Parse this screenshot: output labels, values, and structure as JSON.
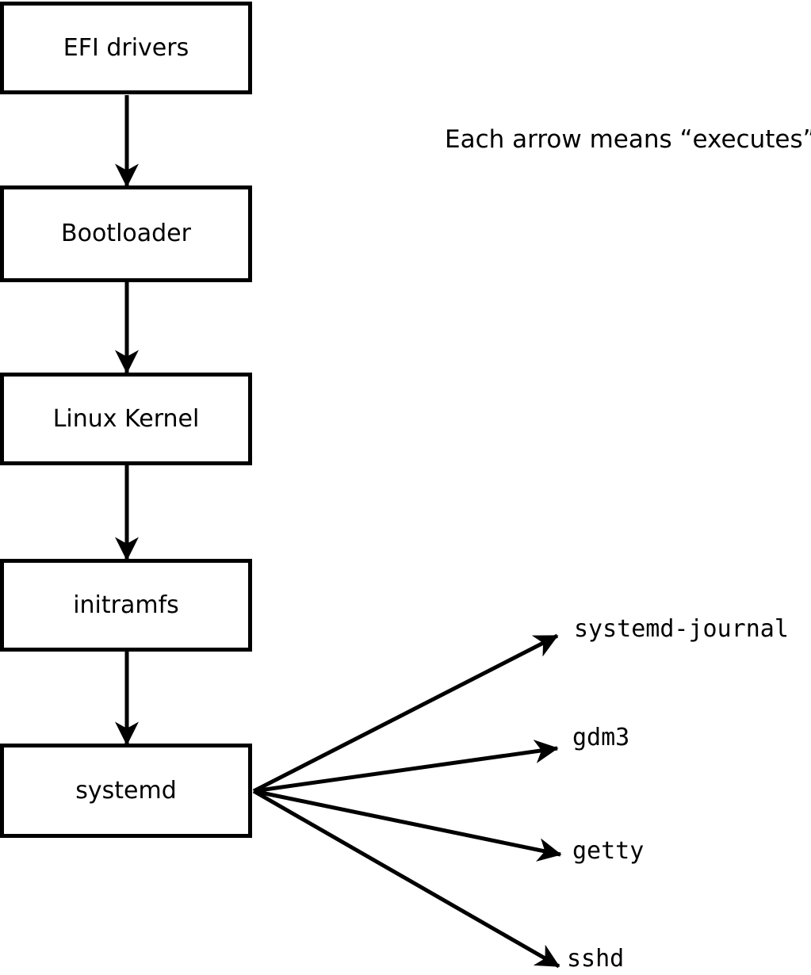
{
  "diagram": {
    "caption": "Each arrow means “executes”.",
    "boot_chain": [
      {
        "label": "EFI drivers"
      },
      {
        "label": "Bootloader"
      },
      {
        "label": "Linux Kernel"
      },
      {
        "label": "initramfs"
      },
      {
        "label": "systemd"
      }
    ],
    "spawned_services": [
      {
        "label": "systemd-journal"
      },
      {
        "label": "gdm3"
      },
      {
        "label": "getty"
      },
      {
        "label": "sshd"
      }
    ],
    "edge_meaning": "executes",
    "colors": {
      "background": "#ffffff",
      "box_fill": "#ffffff",
      "box_border": "#000000",
      "arrow": "#000000",
      "text": "#000000"
    }
  }
}
